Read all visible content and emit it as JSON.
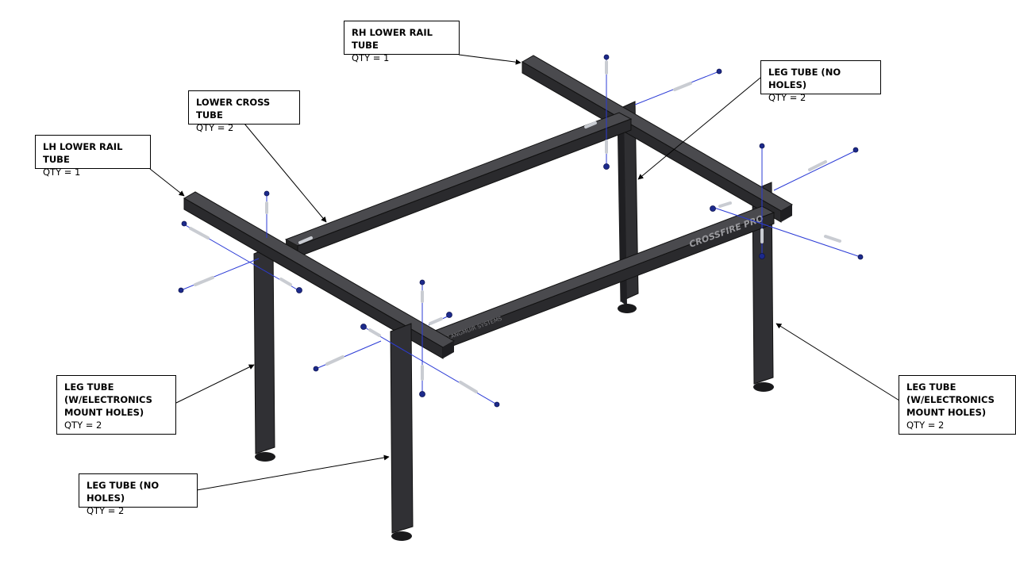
{
  "diagram": {
    "callouts": [
      {
        "id": "rh-lower-rail",
        "title": "RH LOWER RAIL TUBE",
        "qty": "QTY = 1"
      },
      {
        "id": "leg-no-holes-back",
        "title": "LEG TUBE (NO HOLES)",
        "qty": "QTY = 2"
      },
      {
        "id": "lower-cross",
        "title": "LOWER CROSS TUBE",
        "qty": "QTY = 2"
      },
      {
        "id": "lh-lower-rail",
        "title": "LH LOWER RAIL TUBE",
        "qty": "QTY = 1"
      },
      {
        "id": "leg-elec-left",
        "title": "LEG TUBE\n(W/ELECTRONICS\nMOUNT HOLES)",
        "qty": "QTY = 2"
      },
      {
        "id": "leg-elec-right",
        "title": "LEG TUBE\n(W/ELECTRONICS\nMOUNT HOLES)",
        "qty": "QTY = 2"
      },
      {
        "id": "leg-no-holes-front",
        "title": "LEG TUBE (NO HOLES)",
        "qty": "QTY = 2"
      }
    ],
    "brand_mark": "CROSSFIRE PRO",
    "tube_marking": "LANGMUIR SYSTEMS",
    "colors": {
      "tube": "#2a2a2c",
      "tube_edge": "#111113",
      "bolt": "#1c2a8c",
      "bolt_shaft": "#c9ccd2",
      "guide_line": "#2b3bd6"
    }
  }
}
